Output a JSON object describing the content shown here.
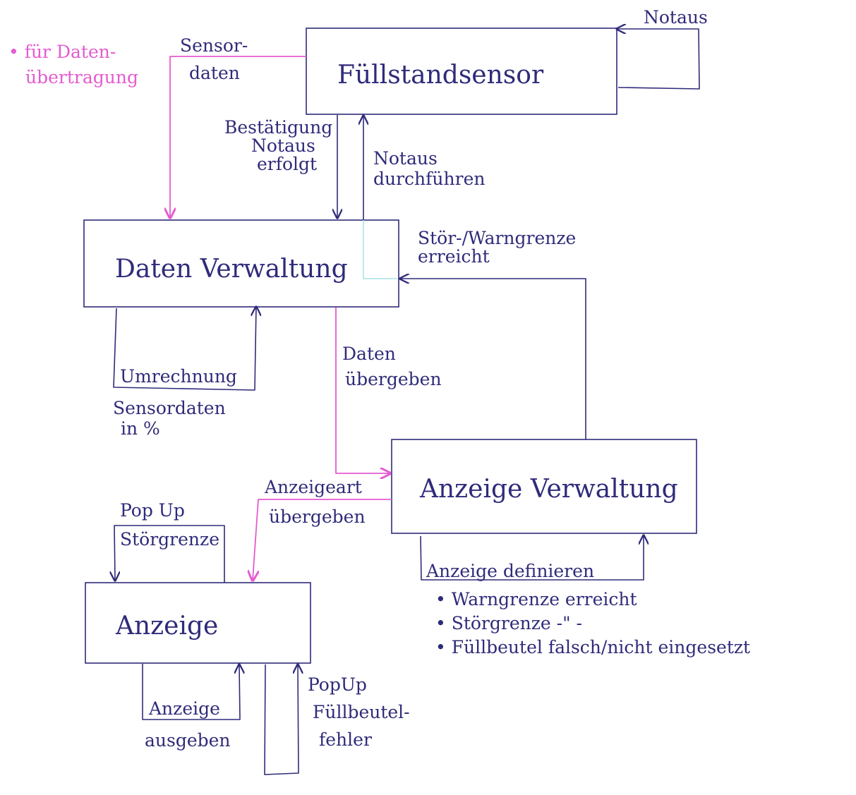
{
  "colors": {
    "ink": "#2f2b7a",
    "highlight": "#e55bd0",
    "accent": "#a9e2e6",
    "background": "#ffffff"
  },
  "nodes": {
    "fuellstandsensor": "Füllstandsensor",
    "datenverwaltung": "Daten Verwaltung",
    "anzeigeverwaltung": "Anzeige Verwaltung",
    "anzeige": "Anzeige"
  },
  "edges": {
    "notaus_self": "Notaus",
    "sensordaten": [
      "Sensor-",
      "daten"
    ],
    "bestaetigung_notaus": [
      "Bestätigung",
      "Notaus",
      "erfolgt"
    ],
    "notaus_durchfuehren": [
      "Notaus",
      "durchführen"
    ],
    "stoer_warngrenze": [
      "Stör-/Warngrenze",
      "erreicht"
    ],
    "umrechnung": "Umrechnung",
    "daten_uebergeben": [
      "Daten",
      "übergeben"
    ],
    "anzeigeart_uebergeben": [
      "Anzeigeart",
      "übergeben"
    ],
    "popup_stoergrenze": [
      "Pop Up",
      "Störgrenze"
    ],
    "anzeige_definieren": "Anzeige definieren",
    "anzeige_ausgeben": [
      "Anzeige",
      "ausgeben"
    ],
    "popup_fuellbeutel": [
      "PopUp",
      "Füllbeutel-",
      "fehler"
    ]
  },
  "annotations": {
    "fuer_datenuebertragung": "• für Daten-",
    "fuer_datenuebertragung_2": "übertragung",
    "sensordaten_in_prozent": [
      "Sensordaten",
      "in %"
    ]
  },
  "lists": {
    "anzeige_definieren_items": [
      "• Warngrenze erreicht",
      "• Störgrenze  -\" -",
      "• Füllbeutel falsch/nicht eingesetzt"
    ]
  }
}
